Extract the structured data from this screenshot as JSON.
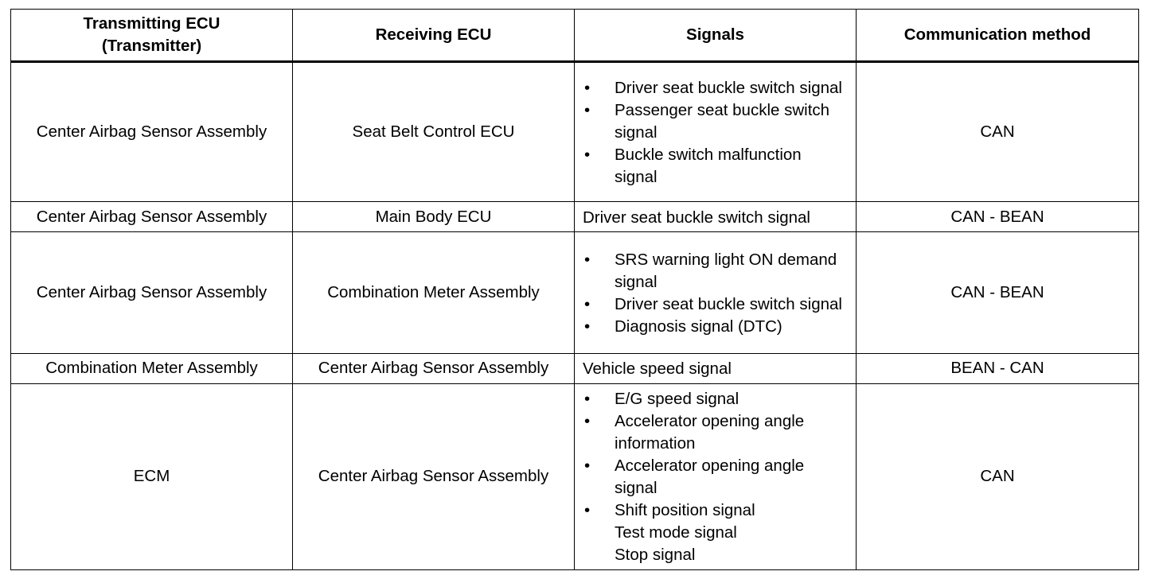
{
  "table": {
    "headers": [
      [
        "Transmitting ECU",
        "(Transmitter)"
      ],
      [
        "Receiving ECU"
      ],
      [
        "Signals"
      ],
      [
        "Communication method"
      ]
    ],
    "rows": [
      {
        "transmitter": "Center Airbag Sensor Assembly",
        "receiver": "Seat Belt Control ECU",
        "signals": [
          {
            "text": "Driver seat buckle switch signal",
            "bullet": true
          },
          {
            "text": "Passenger seat buckle switch signal",
            "bullet": true
          },
          {
            "text": "Buckle switch malfunction signal",
            "bullet": true
          }
        ],
        "method": "CAN"
      },
      {
        "transmitter": "Center Airbag Sensor Assembly",
        "receiver": "Main Body ECU",
        "signals": [
          {
            "text": "Driver seat buckle switch signal",
            "bullet": false
          }
        ],
        "method": "CAN - BEAN"
      },
      {
        "transmitter": "Center Airbag Sensor Assembly",
        "receiver": "Combination Meter Assembly",
        "signals": [
          {
            "text": "SRS warning light ON demand signal",
            "bullet": true
          },
          {
            "text": "Driver seat buckle switch signal",
            "bullet": true
          },
          {
            "text": "Diagnosis signal (DTC)",
            "bullet": true
          }
        ],
        "method": "CAN - BEAN"
      },
      {
        "transmitter": "Combination Meter Assembly",
        "receiver": "Center Airbag Sensor Assembly",
        "signals": [
          {
            "text": "Vehicle speed signal",
            "bullet": false
          }
        ],
        "method": "BEAN - CAN"
      },
      {
        "transmitter": "ECM",
        "receiver": "Center Airbag Sensor Assembly",
        "signals": [
          {
            "text": "E/G speed signal",
            "bullet": true
          },
          {
            "text": "Accelerator opening angle information",
            "bullet": true
          },
          {
            "text": "Accelerator opening angle signal",
            "bullet": true
          },
          {
            "text": "Shift position signal",
            "bullet": true
          },
          {
            "text": "Test mode signal",
            "bullet": false
          },
          {
            "text": "Stop signal",
            "bullet": false
          }
        ],
        "method": "CAN"
      }
    ]
  }
}
